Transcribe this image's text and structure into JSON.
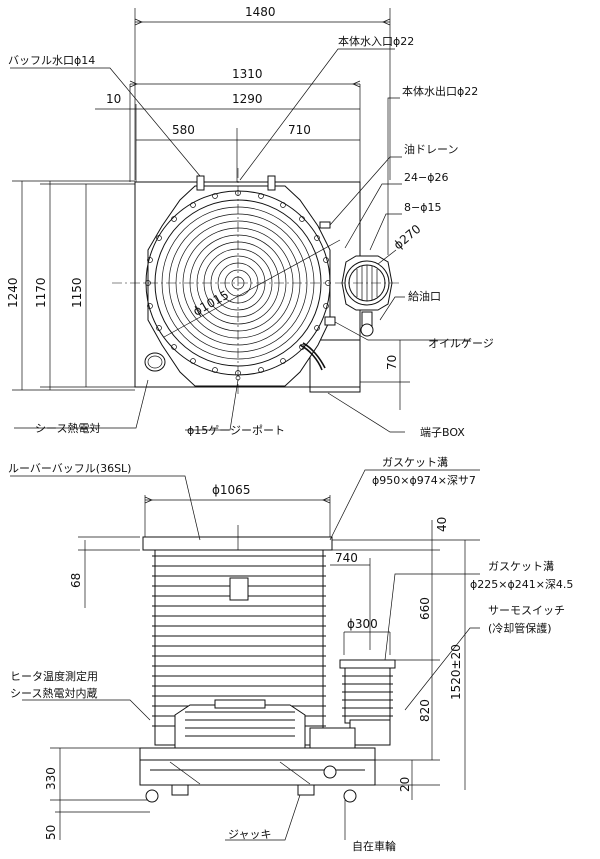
{
  "top_view": {
    "dimensions": {
      "w1480": "1480",
      "w1310": "1310",
      "w10": "10",
      "w1290": "1290",
      "w580": "580",
      "w710": "710",
      "h1240": "1240",
      "h1170": "1170",
      "h1150": "1150",
      "h70": "70",
      "d270": "ϕ270",
      "d1015": "ϕ1015"
    },
    "labels": {
      "baffle_water_port": "バッフル水口ϕ14",
      "body_water_inlet": "本体水入口ϕ22",
      "body_water_outlet": "本体水出口ϕ22",
      "oil_drain": "油ドレーン",
      "holes_24": "24−ϕ26",
      "holes_8": "8−ϕ15",
      "oil_fill_port": "給油口",
      "oil_gauge": "オイルゲージ",
      "sheath_thermocouple": "シース熱電対",
      "gauge_port": "ϕ15ゲージーポート",
      "terminal_box": "端子BOX"
    }
  },
  "side_view": {
    "dimensions": {
      "d1065": "ϕ1065",
      "h40": "40",
      "h68": "68",
      "w740": "740",
      "h660": "660",
      "d300": "ϕ300",
      "h1520": "1520±20",
      "h820": "820",
      "h330": "330",
      "h20": "20",
      "h50": "50"
    },
    "labels": {
      "louver_baffle": "ルーバーバッフル(36SL)",
      "gasket_groove_main_title": "ガスケット溝",
      "gasket_groove_main_spec": "ϕ950×ϕ974×深サ7",
      "gasket_groove_small_title": "ガスケット溝",
      "gasket_groove_small_spec": "ϕ225×ϕ241×深4.5",
      "thermo_switch": "サーモスイッチ",
      "cooling_pipe_protection": "(冷却管保護)",
      "heater_thermo_line1": "ヒータ温度測定用",
      "heater_thermo_line2": "シース熱電対内蔵",
      "jack": "ジャッキ",
      "caster": "自在車輪"
    }
  }
}
